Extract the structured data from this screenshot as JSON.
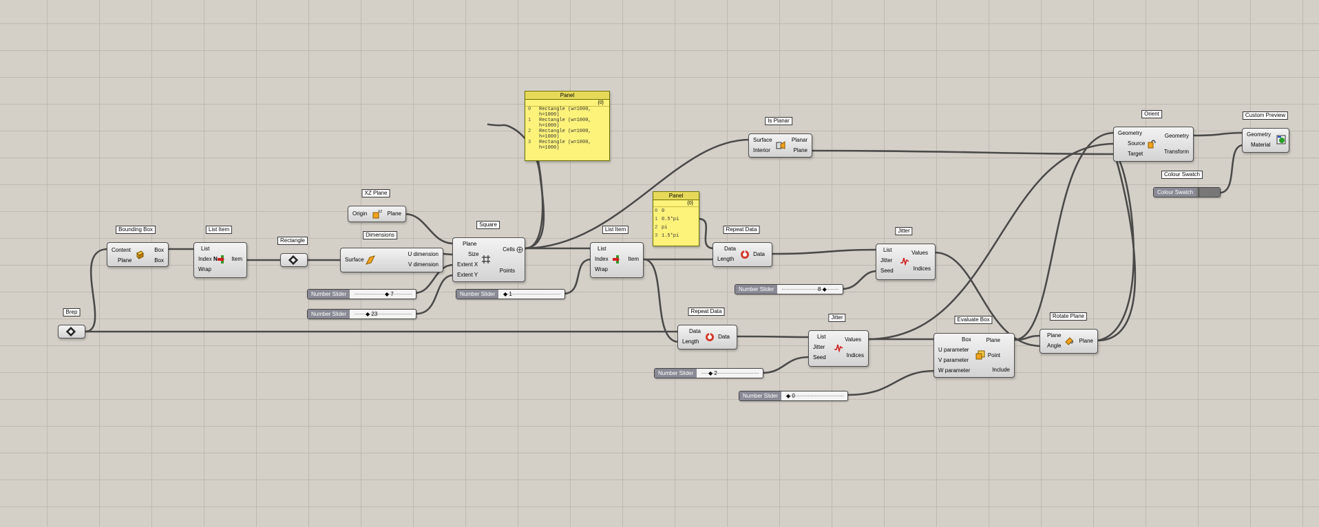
{
  "canvas": {
    "background": "#d4d0c8",
    "grid_color": "#bdb9b1",
    "wire_color": "#3c3c3c"
  },
  "labels": {
    "brep": "Brep",
    "bounding_box": "Bounding Box",
    "list_item_a": "List Item",
    "rectangle": "Rectangle",
    "xz_plane": "XZ Plane",
    "dimensions": "Dimensions",
    "square": "Square",
    "panel_a": "Panel",
    "panel_b": "Panel",
    "is_planar": "Is Planar",
    "list_item_b": "List Item",
    "repeat_data_a": "Repeat Data",
    "repeat_data_b": "Repeat Data",
    "jitter_a": "Jitter",
    "jitter_b": "Jitter",
    "orient": "Orient",
    "custom_preview": "Custom Preview",
    "colour_swatch": "Colour Swatch",
    "evaluate_box": "Evaluate Box",
    "rotate_plane": "Rotate Plane"
  },
  "components": {
    "bounding_box": {
      "in": [
        "Content",
        "Plane"
      ],
      "out": [
        "Box",
        "Box"
      ],
      "icon": "bounding-box-icon"
    },
    "list_item_a": {
      "in": [
        "List",
        "Index",
        "Wrap"
      ],
      "out": [
        "Item"
      ],
      "icon": "list-item-icon",
      "index_marker": "N"
    },
    "xz_plane": {
      "in": [
        "Origin"
      ],
      "out": [
        "Plane"
      ],
      "icon": "xz-plane-icon"
    },
    "dimensions": {
      "in": [
        "Surface"
      ],
      "out": [
        "U dimension",
        "V dimension"
      ],
      "icon": "dimensions-icon"
    },
    "square": {
      "in": [
        "Plane",
        "Size",
        "Extent X",
        "Extent Y"
      ],
      "out": [
        "Cells",
        "Points"
      ],
      "icon": "grid-icon"
    },
    "is_planar": {
      "in": [
        "Surface",
        "Interior"
      ],
      "out": [
        "Planar",
        "Plane"
      ],
      "icon": "is-planar-icon"
    },
    "list_item_b": {
      "in": [
        "List",
        "Index",
        "Wrap"
      ],
      "out": [
        "Item"
      ],
      "icon": "list-item-icon"
    },
    "repeat_data_a": {
      "in": [
        "Data",
        "Length"
      ],
      "out": [
        "Data"
      ],
      "icon": "repeat-data-icon"
    },
    "repeat_data_b": {
      "in": [
        "Data",
        "Length"
      ],
      "out": [
        "Data"
      ],
      "icon": "repeat-data-icon"
    },
    "jitter_a": {
      "in": [
        "List",
        "Jitter",
        "Seed"
      ],
      "out": [
        "Values",
        "Indices"
      ],
      "icon": "jitter-icon"
    },
    "jitter_b": {
      "in": [
        "List",
        "Jitter",
        "Seed"
      ],
      "out": [
        "Values",
        "Indices"
      ],
      "icon": "jitter-icon"
    },
    "orient": {
      "in": [
        "Geometry",
        "Source",
        "Target"
      ],
      "out": [
        "Geometry",
        "Transform"
      ],
      "icon": "orient-icon"
    },
    "custom_preview": {
      "in": [
        "Geometry",
        "Material"
      ],
      "icon": "custom-preview-icon"
    },
    "evaluate_box": {
      "in": [
        "Box",
        "U parameter",
        "V parameter",
        "W parameter"
      ],
      "out": [
        "Plane",
        "Point",
        "Include"
      ],
      "icon": "evaluate-box-icon"
    },
    "rotate_plane": {
      "in": [
        "Plane",
        "Angle"
      ],
      "out": [
        "Plane"
      ],
      "icon": "rotate-plane-icon"
    }
  },
  "sliders": [
    {
      "name": "Number Slider",
      "value": "7"
    },
    {
      "name": "Number Slider",
      "value": "23"
    },
    {
      "name": "Number Slider",
      "value": "1"
    },
    {
      "name": "Number Slider",
      "value": "8"
    },
    {
      "name": "Number Slider",
      "value": "2"
    },
    {
      "name": "Number Slider",
      "value": "0"
    }
  ],
  "swatch": {
    "name": "Colour Swatch",
    "color": "#777777"
  },
  "panel_a": {
    "path": "{0}",
    "rows": [
      {
        "i": "0",
        "text": "Rectangle (w=1000, h=1000)"
      },
      {
        "i": "1",
        "text": "Rectangle (w=1000, h=1000)"
      },
      {
        "i": "2",
        "text": "Rectangle (w=1000, h=1000)"
      },
      {
        "i": "3",
        "text": "Rectangle (w=1000, h=1000)"
      }
    ]
  },
  "panel_b": {
    "path": "{0}",
    "rows": [
      {
        "i": "0",
        "text": "0"
      },
      {
        "i": "1",
        "text": "0.5*pi"
      },
      {
        "i": "2",
        "text": "pi"
      },
      {
        "i": "3",
        "text": "1.5*pi"
      }
    ]
  }
}
